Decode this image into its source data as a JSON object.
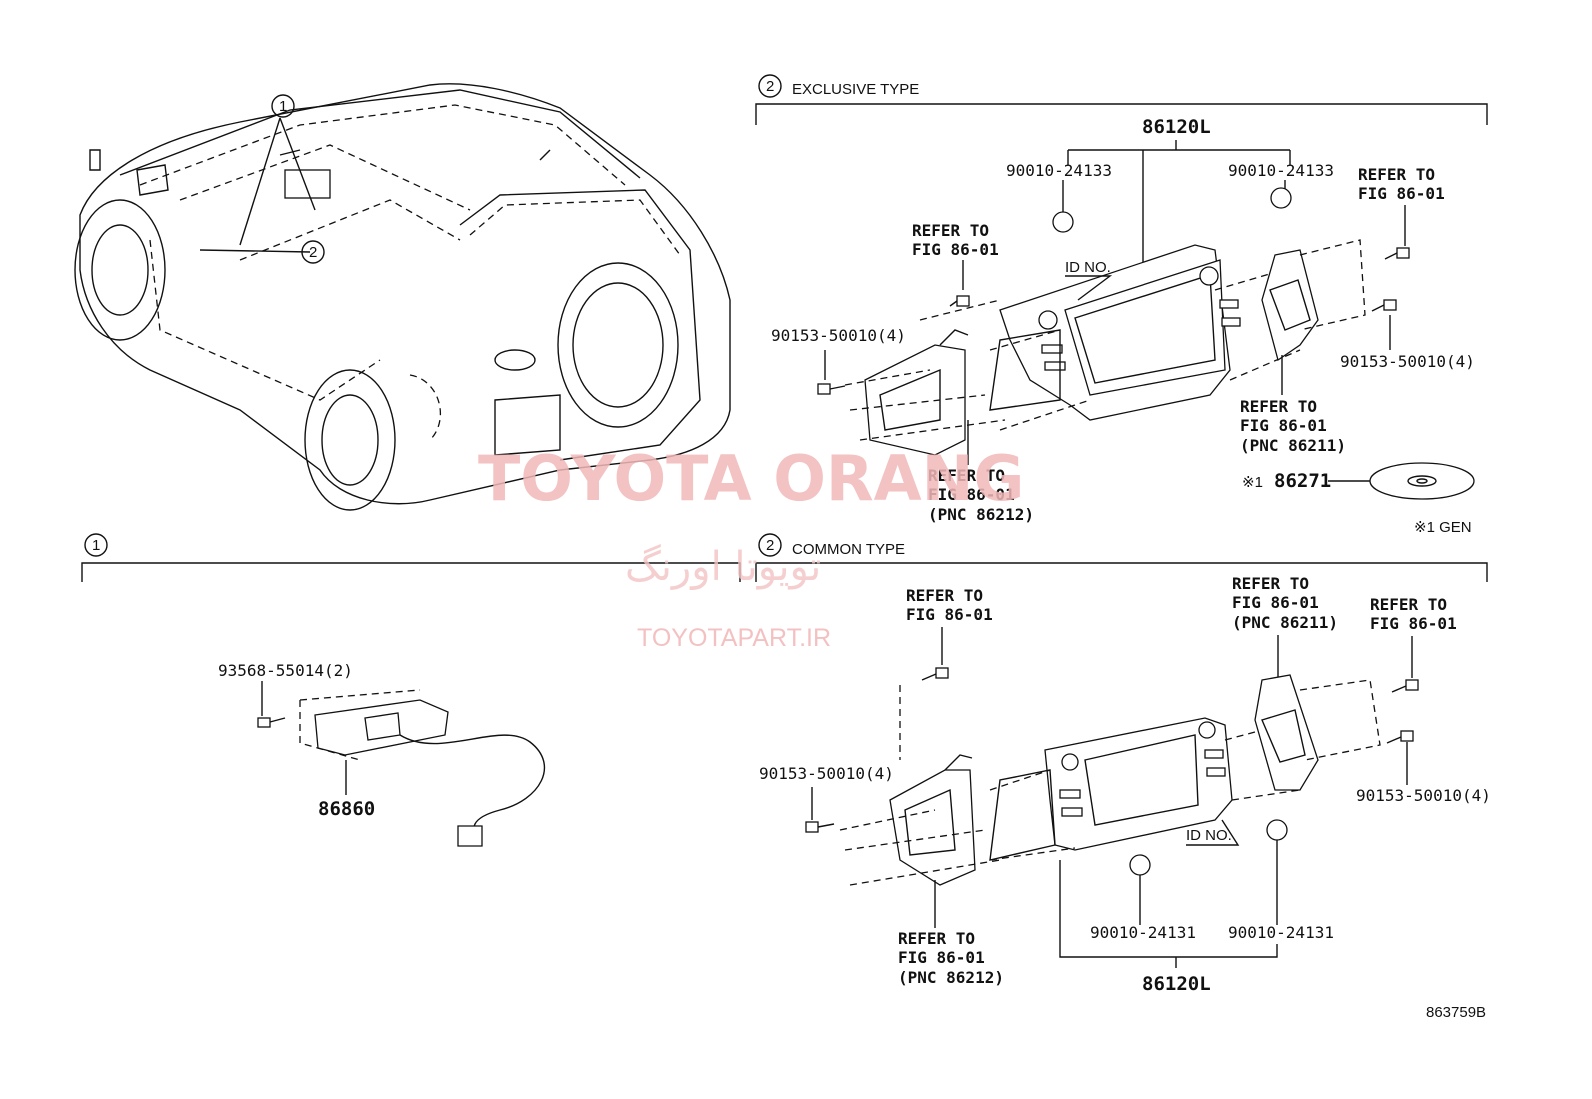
{
  "diagram_id": "863759B",
  "watermark": {
    "main": "TOYOTA ORANG",
    "persian": "تویوتا اورنگ",
    "site": "TOYOTAPART.IR"
  },
  "callouts": {
    "one": "1",
    "two": "2"
  },
  "exclusive": {
    "title": "EXCLUSIVE TYPE",
    "assembly": "86120L",
    "knob_left": "90010-24133",
    "knob_right": "90010-24133",
    "refer_top_left_1": "REFER TO",
    "refer_top_left_2": "FIG 86-01",
    "refer_top_right_1": "REFER TO",
    "refer_top_right_2": "FIG 86-01",
    "screw_left": "90153-50010(4)",
    "screw_right": "90153-50010(4)",
    "id_no": "ID NO.",
    "refer_86211_1": "REFER TO",
    "refer_86211_2": "FIG 86-01",
    "refer_86211_3": "(PNC 86211)",
    "refer_86212_1": "REFER TO",
    "refer_86212_2": "FIG 86-01",
    "refer_86212_3": "(PNC 86212)",
    "disc_mark": "※1",
    "disc_part": "86271",
    "gen_note": "※1 GEN"
  },
  "section1": {
    "screw": "93568-55014(2)",
    "unit": "86860"
  },
  "common": {
    "title": "COMMON TYPE",
    "refer_left_1": "REFER TO",
    "refer_left_2": "FIG 86-01",
    "refer_86211_1": "REFER TO",
    "refer_86211_2": "FIG 86-01",
    "refer_86211_3": "(PNC 86211)",
    "refer_right_1": "REFER TO",
    "refer_right_2": "FIG 86-01",
    "screw_left": "90153-50010(4)",
    "screw_right": "90153-50010(4)",
    "id_no": "ID NO.",
    "refer_86212_1": "REFER TO",
    "refer_86212_2": "FIG 86-01",
    "refer_86212_3": "(PNC 86212)",
    "knob_left": "90010-24131",
    "knob_right": "90010-24131",
    "assembly": "86120L"
  }
}
